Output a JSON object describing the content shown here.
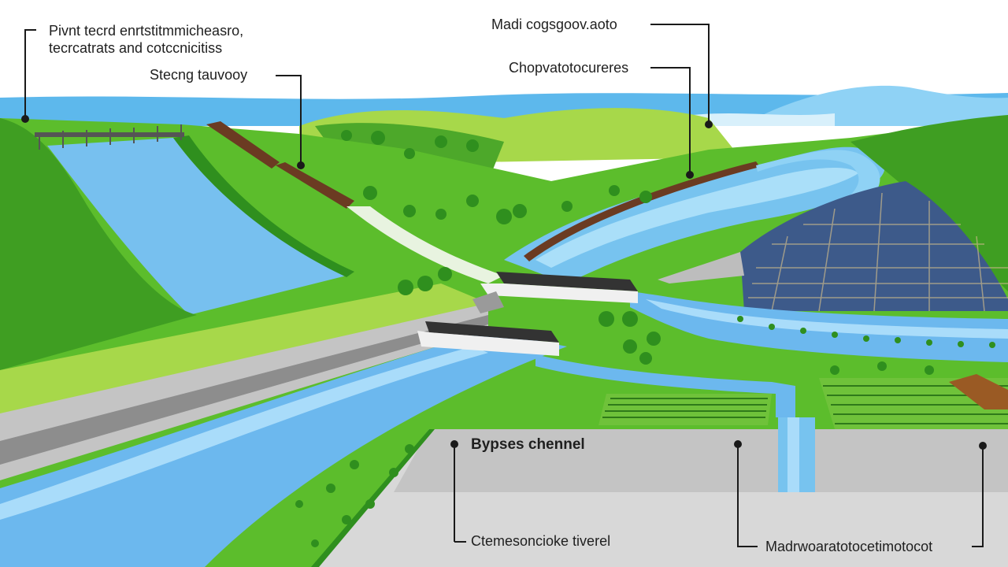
{
  "labels": {
    "top_left_line1": "Pivnt tecrd enrtstitmmicheasro,",
    "top_left_line2": "tecrcatrats and cotccnicitiss",
    "steering": "Stecng tauvooy",
    "top_center": "Madi cogsgoov.aoto",
    "center": "Chopvatotocureres",
    "bypass": "Bypses chennel",
    "bottom_left": "Ctemesoncioke tiverel",
    "bottom_right": "Madrwoaratotocetimotocot"
  },
  "colors": {
    "water": "#6cb8ee",
    "water_light": "#a9dcfa",
    "grass": "#5cbd2c",
    "grass_dark": "#2f8f1e",
    "grass_light": "#a7d84a",
    "concrete": "#c9c9c9",
    "levee": "#6b3b22",
    "leader": "#1a1a1a"
  }
}
